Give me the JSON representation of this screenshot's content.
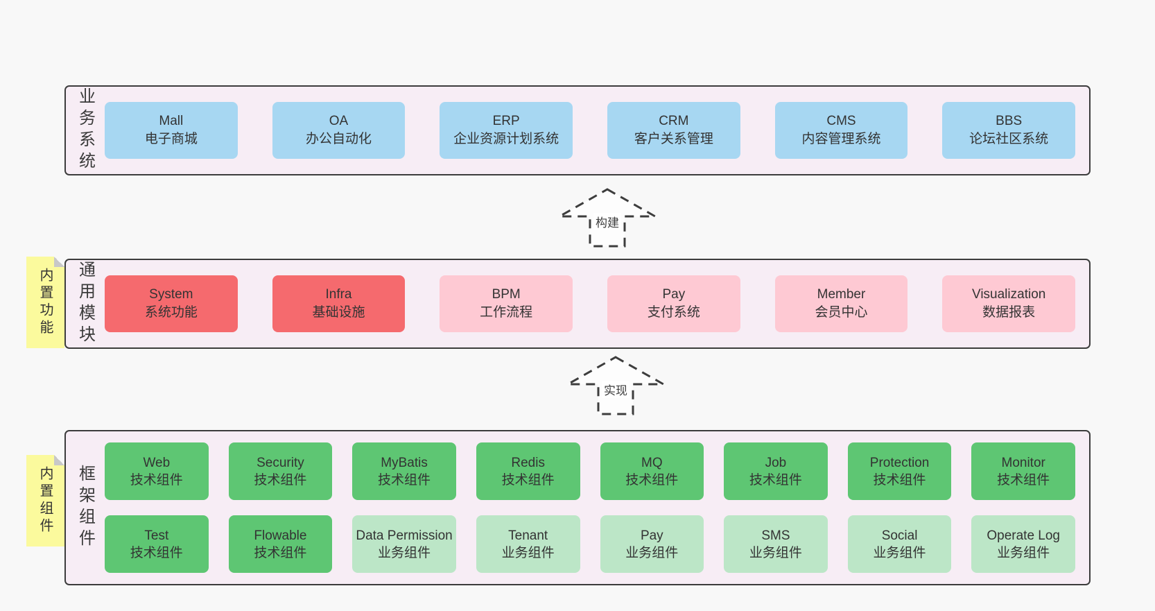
{
  "colors": {
    "page_bg": "#f8f8f8",
    "layer_bg": "#f7edf5",
    "layer_border": "#3c3c3c",
    "blue_box": "#a7d7f2",
    "red_box": "#f56a6e",
    "pink_box": "#fec9d3",
    "green_box": "#5ec673",
    "light_green_box": "#bce6c7",
    "note_bg": "#fbfa9d",
    "text": "#333333"
  },
  "layers": [
    {
      "label": "业务系统",
      "boxes": [
        {
          "name": "Mall",
          "subtitle": "电子商城"
        },
        {
          "name": "OA",
          "subtitle": "办公自动化"
        },
        {
          "name": "ERP",
          "subtitle": "企业资源计划系统"
        },
        {
          "name": "CRM",
          "subtitle": "客户关系管理"
        },
        {
          "name": "CMS",
          "subtitle": "内容管理系统"
        },
        {
          "name": "BBS",
          "subtitle": "论坛社区系统"
        }
      ]
    },
    {
      "label": "通用模块",
      "boxes": [
        {
          "name": "System",
          "subtitle": "系统功能"
        },
        {
          "name": "Infra",
          "subtitle": "基础设施"
        },
        {
          "name": "BPM",
          "subtitle": "工作流程"
        },
        {
          "name": "Pay",
          "subtitle": "支付系统"
        },
        {
          "name": "Member",
          "subtitle": "会员中心"
        },
        {
          "name": "Visualization",
          "subtitle": "数据报表"
        }
      ]
    },
    {
      "label": "框架组件",
      "rows": [
        [
          {
            "name": "Web",
            "subtitle": "技术组件"
          },
          {
            "name": "Security",
            "subtitle": "技术组件"
          },
          {
            "name": "MyBatis",
            "subtitle": "技术组件"
          },
          {
            "name": "Redis",
            "subtitle": "技术组件"
          },
          {
            "name": "MQ",
            "subtitle": "技术组件"
          },
          {
            "name": "Job",
            "subtitle": "技术组件"
          },
          {
            "name": "Protection",
            "subtitle": "技术组件"
          },
          {
            "name": "Monitor",
            "subtitle": "技术组件"
          }
        ],
        [
          {
            "name": "Test",
            "subtitle": "技术组件"
          },
          {
            "name": "Flowable",
            "subtitle": "技术组件"
          },
          {
            "name": "Data Permission",
            "subtitle": "业务组件"
          },
          {
            "name": "Tenant",
            "subtitle": "业务组件"
          },
          {
            "name": "Pay",
            "subtitle": "业务组件"
          },
          {
            "name": "SMS",
            "subtitle": "业务组件"
          },
          {
            "name": "Social",
            "subtitle": "业务组件"
          },
          {
            "name": "Operate Log",
            "subtitle": "业务组件"
          }
        ]
      ]
    }
  ],
  "arrows": [
    {
      "label": "构建"
    },
    {
      "label": "实现"
    }
  ],
  "notes": [
    {
      "text": "内置功能"
    },
    {
      "text": "内置组件"
    }
  ]
}
